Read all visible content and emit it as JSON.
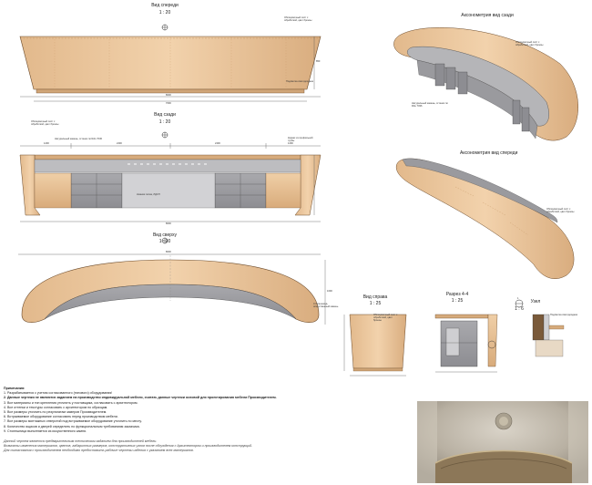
{
  "views": {
    "front": {
      "title": "Вид спереди",
      "scale": "1 : 20"
    },
    "back": {
      "title": "Вид сзади",
      "scale": "1 : 20"
    },
    "top": {
      "title": "Вид сверху",
      "scale": "1 : 20"
    },
    "right": {
      "title": "Вид справа",
      "scale": "1 : 25"
    },
    "section": {
      "title": "Разрез 4-4",
      "scale": "1 : 25"
    },
    "node": {
      "title": "Узел",
      "scale": "1 : 6",
      "marker": "1"
    },
    "axo_back": {
      "title": "Аксонометрия вид сзади"
    },
    "axo_front": {
      "title": "Аксонометрия вид спереди"
    }
  },
  "dimensions": {
    "front_total": "8000",
    "front_inner": "7600",
    "front_height": "850",
    "back_total": "8000",
    "back_segments": [
      "1200",
      "2400",
      "2400",
      "1200"
    ],
    "top_total": "8000",
    "top_depth": "1600"
  },
  "callouts": {
    "c1": "Облицовочный лист с обработкой, цвет бронзы",
    "c2": "Натуральный камень, оттенок по RAL 7036",
    "c3": "Подсветка светодиодная",
    "c4": "Нижняя полка, ЛДСП",
    "c5": "Каркас из профильной трубы",
    "c6": "Столешница, искусственный камень"
  },
  "notes": {
    "heading": "Примечания:",
    "lines": [
      "1. Разрабатывается с учетом согласованного (типового) оборудования!",
      "2. Данные чертежи не являются заданием на производство индивидуальной мебели, считать данные чертежи основой для проектирования мебели Производителем.",
      "3. Все материалы и тип крепления уточнить у поставщика, согласовать с архитектором.",
      "4. Все оттенки и текстуры согласовать с архитектором по образцам.",
      "5. Все размеры уточнить по результатам замеров Производителем.",
      "6. Встраиваемое оборудование согласовать перед производством мебели.",
      "7. Все размеры монтажных отверстий под встраиваемое оборудование уточнить по месту.",
      "8. Количество ящиков и дверей определить по функциональным требованиям заказчика.",
      "9. Столешница выполняется из искусственного камня."
    ],
    "footer": [
      "Данный чертеж является предварительным техническим заданием для производителей мебели.",
      "Возможны изменения материалов, цветов, габаритных размеров, конструктивных узлов после обсуждения с Архитектором и производителем конструкций.",
      "Для согласования с производителем необходимо предоставить рабочие чертежи изделия с указанием всех материалов."
    ]
  },
  "colors": {
    "wood": "#e8c49a",
    "wood_dark": "#d6ab7c",
    "stone": "#9a9a9e",
    "stone_light": "#c9c9cc",
    "line": "#2a2a2a",
    "dim": "#555555"
  }
}
